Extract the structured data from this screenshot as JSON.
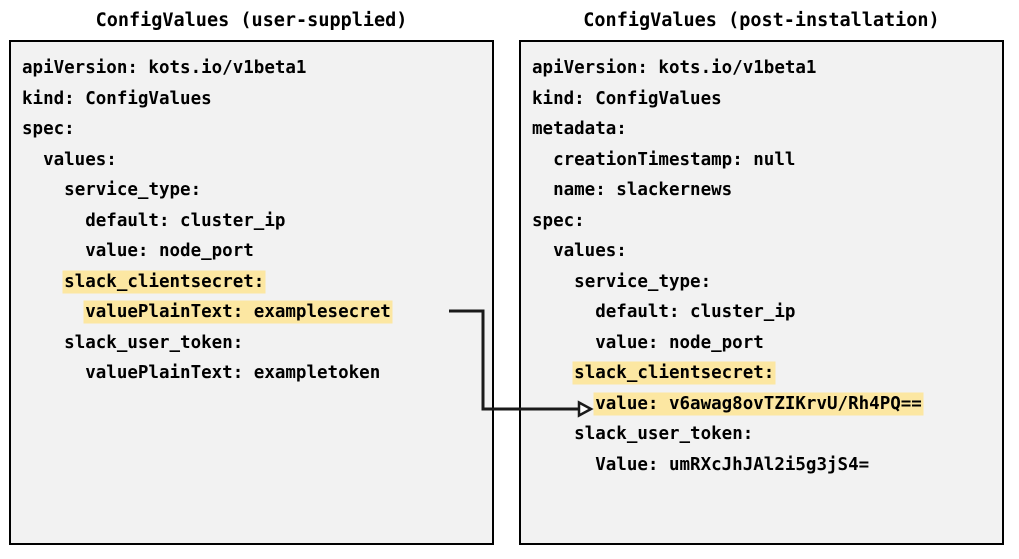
{
  "diagram": {
    "title_left": "ConfigValues (user-supplied)",
    "title_right": "ConfigValues (post-installation)",
    "highlight_color": "#fce7a2",
    "panel_background": "#f2f2f2",
    "border_color": "#000000",
    "connector_color": "#1a1a1a"
  },
  "left_panel": {
    "lines": [
      {
        "indent": 0,
        "text": "apiVersion: kots.io/v1beta1",
        "highlight": false
      },
      {
        "indent": 0,
        "text": "kind: ConfigValues",
        "highlight": false
      },
      {
        "indent": 0,
        "text": "spec:",
        "highlight": false
      },
      {
        "indent": 1,
        "text": "values:",
        "highlight": false
      },
      {
        "indent": 2,
        "text": "service_type:",
        "highlight": false
      },
      {
        "indent": 3,
        "text": "default: cluster_ip",
        "highlight": false
      },
      {
        "indent": 3,
        "text": "value: node_port",
        "highlight": false
      },
      {
        "indent": 2,
        "text": "slack_clientsecret:",
        "highlight": true
      },
      {
        "indent": 3,
        "text": "valuePlainText: examplesecret",
        "highlight": true
      },
      {
        "indent": 2,
        "text": "slack_user_token:",
        "highlight": false
      },
      {
        "indent": 3,
        "text": "valuePlainText: exampletoken",
        "highlight": false
      }
    ]
  },
  "right_panel": {
    "lines": [
      {
        "indent": 0,
        "text": "apiVersion: kots.io/v1beta1",
        "highlight": false
      },
      {
        "indent": 0,
        "text": "kind: ConfigValues",
        "highlight": false
      },
      {
        "indent": 0,
        "text": "metadata:",
        "highlight": false
      },
      {
        "indent": 1,
        "text": "creationTimestamp: null",
        "highlight": false
      },
      {
        "indent": 1,
        "text": "name: slackernews",
        "highlight": false
      },
      {
        "indent": 0,
        "text": "spec:",
        "highlight": false
      },
      {
        "indent": 1,
        "text": "values:",
        "highlight": false
      },
      {
        "indent": 2,
        "text": "service_type:",
        "highlight": false
      },
      {
        "indent": 3,
        "text": "default: cluster_ip",
        "highlight": false
      },
      {
        "indent": 3,
        "text": "value: node_port",
        "highlight": false
      },
      {
        "indent": 2,
        "text": "slack_clientsecret:",
        "highlight": true
      },
      {
        "indent": 3,
        "text": "value: v6awag8ovTZIKrvU/Rh4PQ==",
        "highlight": true
      },
      {
        "indent": 2,
        "text": "slack_user_token:",
        "highlight": false
      },
      {
        "indent": 3,
        "text": "Value: umRXcJhJAl2i5g3jS4=",
        "highlight": false
      }
    ]
  }
}
